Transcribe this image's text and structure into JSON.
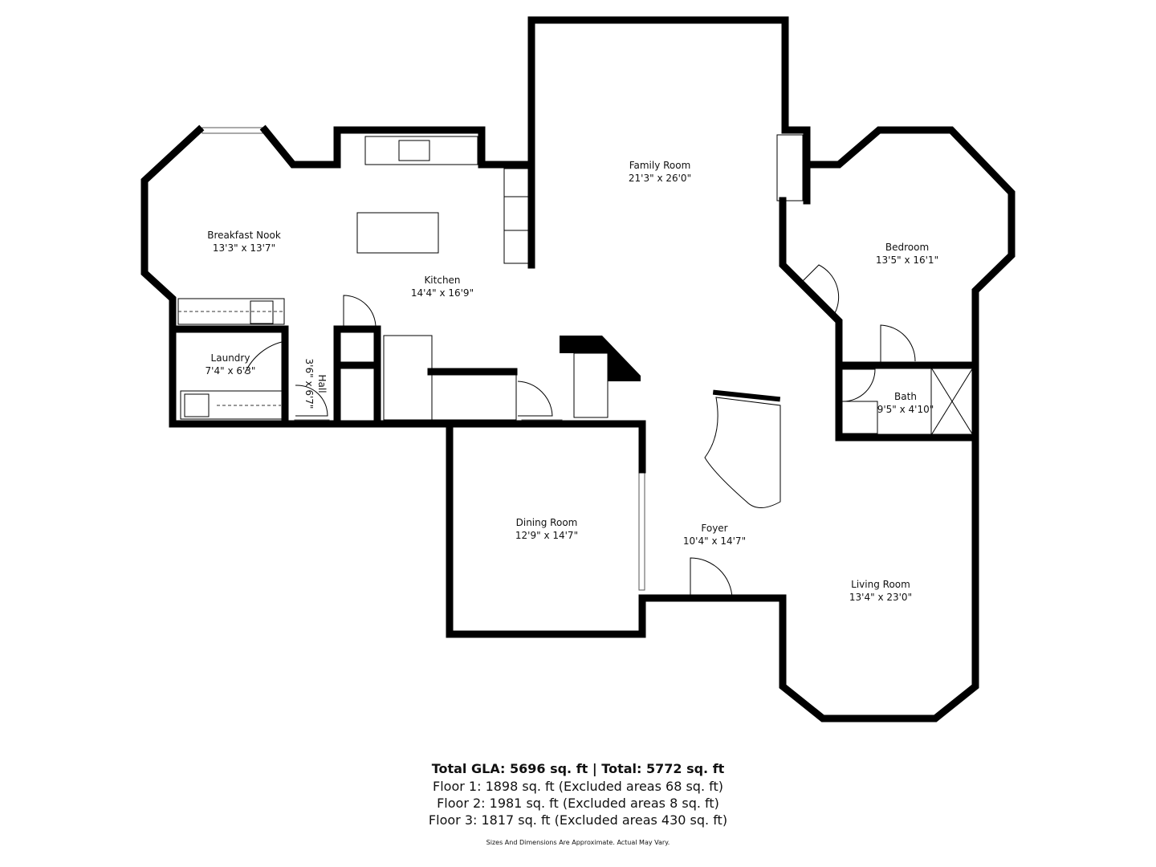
{
  "rooms": [
    {
      "name": "Family Room",
      "size": "21'3\" x 26'0\""
    },
    {
      "name": "Breakfast Nook",
      "size": "13'3\" x 13'7\""
    },
    {
      "name": "Kitchen",
      "size": "14'4\" x 16'9\""
    },
    {
      "name": "Bedroom",
      "size": "13'5\" x 16'1\""
    },
    {
      "name": "Laundry",
      "size": "7'4\" x 6'3\""
    },
    {
      "name": "Hall",
      "size": "3'6\" x 6'7\""
    },
    {
      "name": "Bath",
      "size": "9'5\" x 4'10\""
    },
    {
      "name": "Dining Room",
      "size": "12'9\" x 14'7\""
    },
    {
      "name": "Foyer",
      "size": "10'4\" x 14'7\""
    },
    {
      "name": "Living Room",
      "size": "13'4\" x 23'0\""
    }
  ],
  "summary": {
    "total": "Total GLA: 5696 sq. ft | Total: 5772 sq. ft",
    "floors": [
      "Floor 1: 1898 sq. ft (Excluded areas 68 sq. ft)",
      "Floor 2: 1981 sq. ft (Excluded areas 8 sq. ft)",
      "Floor 3: 1817 sq. ft (Excluded areas 430 sq. ft)"
    ],
    "disclaimer": "Sizes And Dimensions Are Approximate. Actual May Vary."
  }
}
